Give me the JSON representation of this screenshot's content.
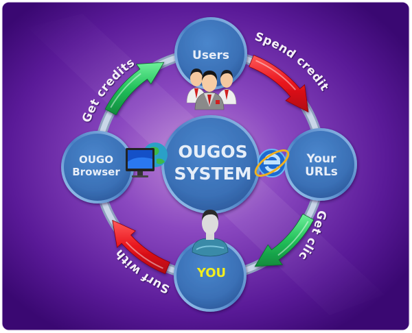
{
  "diagram": {
    "title": "OUGOS SYSTEM",
    "center": {
      "line1": "OUGOS",
      "line2": "SYSTEM",
      "icon_left": "monitor-globe-icon",
      "icon_right": "internet-explorer-icon"
    },
    "nodes": [
      {
        "id": "users",
        "label": "Users",
        "icon": "users-group-icon",
        "text_color": "#e8eef8"
      },
      {
        "id": "urls",
        "line1": "Your",
        "line2": "URLs",
        "text_color": "#e8eef8"
      },
      {
        "id": "you",
        "label": "YOU",
        "icon": "person-avatar-icon",
        "text_color": "#f2ee1e"
      },
      {
        "id": "browser",
        "line1": "OUGO",
        "line2": "Browser",
        "text_color": "#e8eef8"
      }
    ],
    "arrows": [
      {
        "from": "users",
        "to": "urls",
        "label": "Spend credits",
        "color": "#e8141c"
      },
      {
        "from": "urls",
        "to": "you",
        "label": "Get clicks",
        "color": "#22c05a"
      },
      {
        "from": "you",
        "to": "browser",
        "label": "Surf with",
        "color": "#e8141c"
      },
      {
        "from": "browser",
        "to": "users",
        "label": "Get credits",
        "color": "#22c05a"
      }
    ]
  },
  "colors": {
    "bg_dark": "#3d0a78",
    "bg_light": "#b07ad0",
    "circle": "#3b73b9",
    "ring": "#b9c8dc",
    "arrow_red": "#e8141c",
    "arrow_green": "#22c05a"
  }
}
